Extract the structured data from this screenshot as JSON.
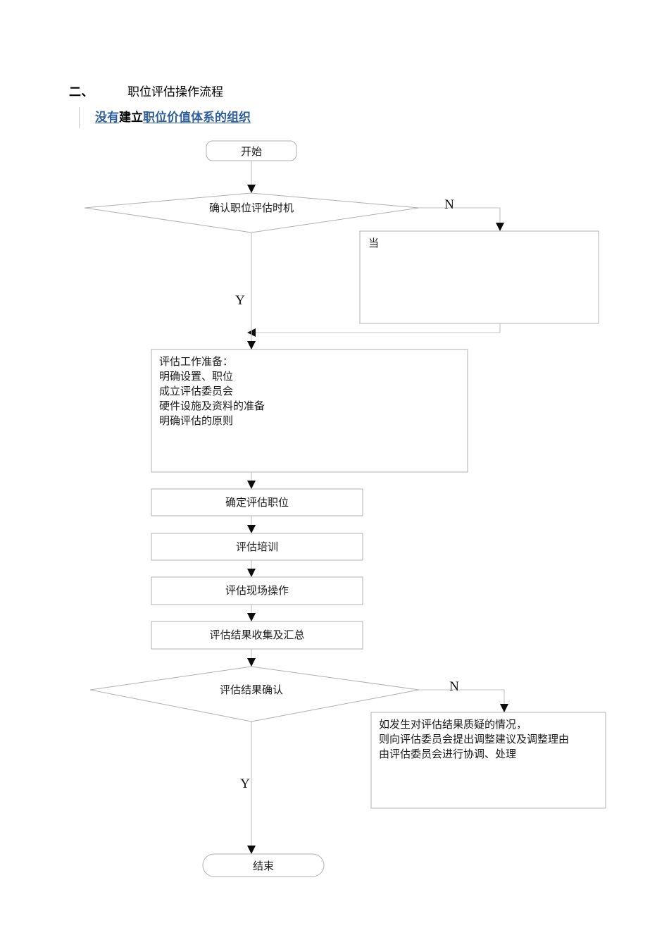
{
  "heading": {
    "number": "二、",
    "title": "职位评估操作流程"
  },
  "subtitle": {
    "part1": "没有",
    "part2": "建立",
    "part3": "职位价值体系的组织",
    "color_blue": "#2e5f9e",
    "color_black": "#000000"
  },
  "colors": {
    "shape_stroke": "#b0b0b0",
    "connector": "#c4c4c4",
    "arrowhead": "#0d0d0d",
    "text": "#1a1a1a",
    "page_background": "#ffffff"
  },
  "flowchart": {
    "type": "flowchart",
    "orientation": "top-to-bottom",
    "nodes": [
      {
        "id": "start",
        "shape": "rounded-terminator",
        "label": "开始",
        "align": "center"
      },
      {
        "id": "decision1",
        "shape": "diamond",
        "label": "确认职位评估时机",
        "align": "center"
      },
      {
        "id": "timing_note",
        "shape": "rectangle",
        "label": "当",
        "align": "left"
      },
      {
        "id": "prep",
        "shape": "rectangle",
        "align": "left",
        "lines": [
          "评估工作准备：",
          "明确设置、职位",
          "成立评估委员会",
          "硬件设施及资料的准备",
          "明确评估的原则"
        ]
      },
      {
        "id": "step1",
        "shape": "rectangle",
        "label": "确定评估职位",
        "align": "center"
      },
      {
        "id": "step2",
        "shape": "rectangle",
        "label": "评估培训",
        "align": "center"
      },
      {
        "id": "step3",
        "shape": "rectangle",
        "label": "评估现场操作",
        "align": "center"
      },
      {
        "id": "step4",
        "shape": "rectangle",
        "label": "评估结果收集及汇总",
        "align": "center"
      },
      {
        "id": "decision2",
        "shape": "diamond",
        "label": "评估结果确认",
        "align": "center"
      },
      {
        "id": "dispute",
        "shape": "rectangle",
        "align": "left",
        "lines": [
          "如发生对评估结果质疑的情况，",
          "则向评估委员会提出调整建议及调整理由",
          "由评估委员会进行协调、处理"
        ]
      },
      {
        "id": "end",
        "shape": "stadium-terminator",
        "label": "结束",
        "align": "center"
      }
    ],
    "branch_labels": [
      {
        "id": "d1-no",
        "text": "N"
      },
      {
        "id": "d1-yes",
        "text": "Y"
      },
      {
        "id": "d2-no",
        "text": "N"
      },
      {
        "id": "d2-yes",
        "text": "Y"
      }
    ],
    "edges": [
      {
        "from": "start",
        "to": "decision1",
        "label": ""
      },
      {
        "from": "decision1",
        "to": "timing_note",
        "label": "N"
      },
      {
        "from": "timing_note",
        "to": "prep",
        "label": ""
      },
      {
        "from": "decision1",
        "to": "prep",
        "label": "Y"
      },
      {
        "from": "prep",
        "to": "step1",
        "label": ""
      },
      {
        "from": "step1",
        "to": "step2",
        "label": ""
      },
      {
        "from": "step2",
        "to": "step3",
        "label": ""
      },
      {
        "from": "step3",
        "to": "step4",
        "label": ""
      },
      {
        "from": "step4",
        "to": "decision2",
        "label": ""
      },
      {
        "from": "decision2",
        "to": "dispute",
        "label": "N"
      },
      {
        "from": "decision2",
        "to": "end",
        "label": "Y"
      }
    ]
  }
}
